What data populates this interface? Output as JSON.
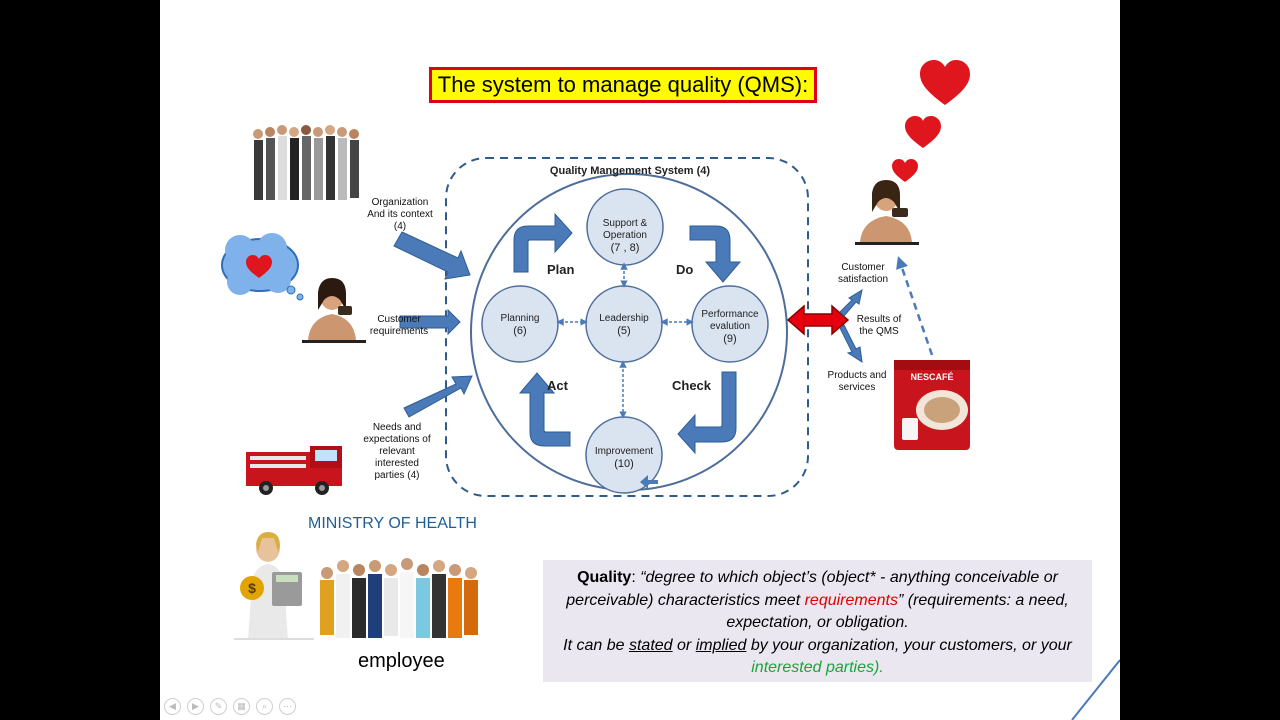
{
  "title": "The system to manage quality (QMS):",
  "qms": {
    "heading": "Quality Mangement System (4)",
    "nodes": {
      "support": {
        "line1": "Support &",
        "line2": "Operation",
        "num": "(7 , 8)"
      },
      "planning": {
        "line1": "Planning",
        "num": "(6)"
      },
      "leadership": {
        "line1": "Leadership",
        "num": "(5)"
      },
      "performance": {
        "line1": "Performance",
        "line2": "evalution",
        "num": "(9)"
      },
      "improvement": {
        "line1": "Improvement",
        "num": "(10)"
      }
    },
    "phases": {
      "plan": "Plan",
      "do": "Do",
      "act": "Act",
      "check": "Check"
    }
  },
  "inputs": {
    "org": {
      "line1": "Organization",
      "line2": "And its context",
      "line3": "(4)"
    },
    "customer": {
      "line1": "Customer",
      "line2": "requirements"
    },
    "needs": {
      "line1": "Needs and",
      "line2": "expectations of",
      "line3": "relevant",
      "line4": "interested",
      "line5": "parties (4)"
    }
  },
  "outputs": {
    "satisfaction": {
      "line1": "Customer",
      "line2": "satisfaction"
    },
    "results": {
      "line1": "Results of",
      "line2": "the QMS"
    },
    "products": {
      "line1": "Products and",
      "line2": "services"
    }
  },
  "ministry": "MINISTRY OF HEALTH",
  "employee": "employee",
  "product_brand": "NESCAFÉ",
  "quality": {
    "term": "Quality",
    "colon": ": ",
    "part1": "“degree to which object’s (object* - anything conceivable or perceivable) characteristics meet ",
    "requirements_word": "requirements",
    "part2": "” (requirements: a need, expectation, or obligation.",
    "line2_a": "It can be ",
    "stated": "stated",
    "line2_b": " or ",
    "implied": "implied",
    "line2_c": " by your organization, your customers, or your ",
    "interested": "interested parties)."
  },
  "colors": {
    "title_bg": "#fffb00",
    "title_border": "#e0001a",
    "arrow_blue": "#4a7ab8",
    "circle_fill": "#dae3f0",
    "circle_stroke": "#4d6d9a",
    "heart_red": "#e0161e",
    "ministry_blue": "#1f5f95",
    "quote_bg": "#ebe7f1"
  }
}
